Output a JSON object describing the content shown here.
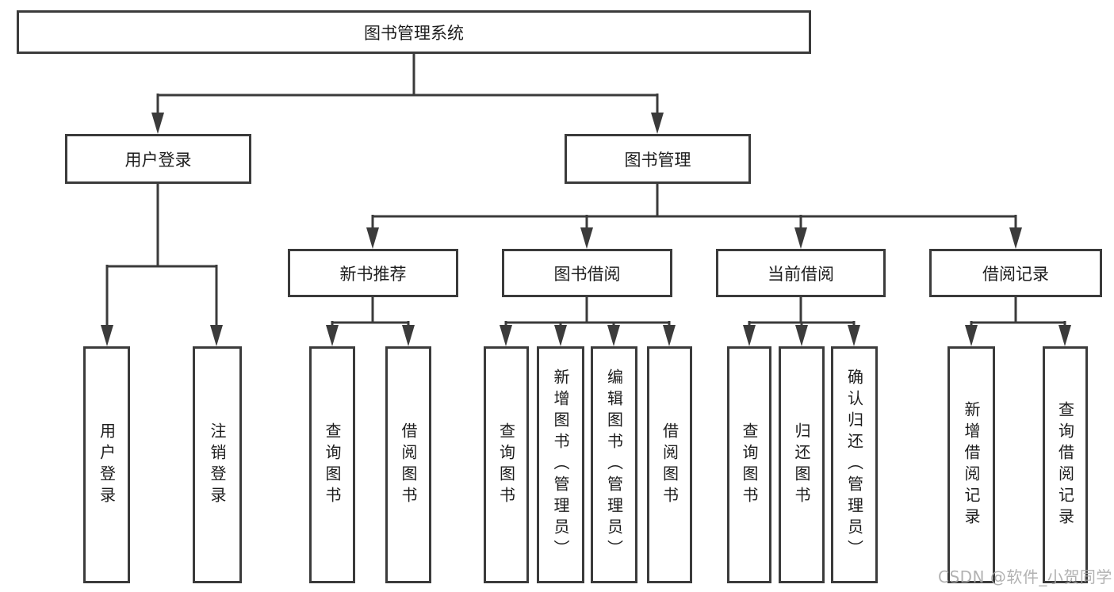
{
  "diagram": {
    "root": {
      "label": "图书管理系统"
    },
    "level2": [
      {
        "label": "用户登录"
      },
      {
        "label": "图书管理"
      }
    ],
    "level3": [
      {
        "label": "新书推荐"
      },
      {
        "label": "图书借阅"
      },
      {
        "label": "当前借阅"
      },
      {
        "label": "借阅记录"
      }
    ],
    "leaves": {
      "user_login": [
        {
          "label": "用户登录"
        },
        {
          "label": "注销登录"
        }
      ],
      "new_book_recommend": [
        {
          "label": "查询图书"
        },
        {
          "label": "借阅图书"
        }
      ],
      "book_borrowing": [
        {
          "label": "查询图书"
        },
        {
          "label": "新增图书（管理员）"
        },
        {
          "label": "编辑图书（管理员）"
        },
        {
          "label": "借阅图书"
        }
      ],
      "current_borrowing": [
        {
          "label": "查询图书"
        },
        {
          "label": "归还图书"
        },
        {
          "label": "确认归还（管理员）"
        }
      ],
      "borrow_records": [
        {
          "label": "新增借阅记录"
        },
        {
          "label": "查询借阅记录"
        }
      ]
    },
    "watermark": "CSDN @软件_小贺同学",
    "colors": {
      "line": "#3b3b3b",
      "text": "#1d1d1d",
      "watermark": "#aaaaaa",
      "background": "#ffffff"
    }
  }
}
